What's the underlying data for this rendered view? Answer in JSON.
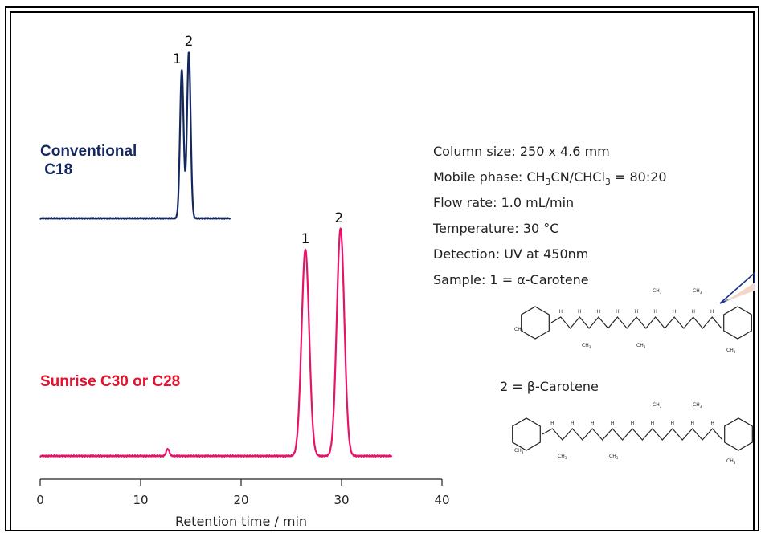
{
  "chart_data": {
    "type": "line",
    "xlabel": "Retention time / min",
    "xlim": [
      0,
      40
    ],
    "x_ticks": [
      0,
      10,
      20,
      30,
      40
    ],
    "series": [
      {
        "name": "Conventional C18",
        "color": "#14285f",
        "peaks": [
          {
            "label": "1",
            "time": 14.1,
            "height": 0.84
          },
          {
            "label": "2",
            "time": 14.8,
            "height": 0.94
          }
        ],
        "x_range": [
          0,
          18.9
        ]
      },
      {
        "name": "Sunrise C30 or C28",
        "color": "#e6136a",
        "peaks": [
          {
            "label": "1",
            "time": 26.4,
            "height": 0.88
          },
          {
            "label": "2",
            "time": 29.9,
            "height": 0.97
          }
        ],
        "x_range": [
          0,
          35.0
        ]
      }
    ]
  },
  "labels": {
    "conventional_line1": "Conventional",
    "conventional_line2": " C18",
    "sunrise": "Sunrise C30 or C28"
  },
  "conditions": {
    "column": "Column size: 250 x 4.6 mm",
    "mobile_prefix": "Mobile phase: CH",
    "mobile_sub1": "3",
    "mobile_mid": "CN/CHCl",
    "mobile_sub2": "3",
    "mobile_suffix": " = 80:20",
    "flow": "Flow rate: 1.0 mL/min",
    "temperature": "Temperature: 30 °C",
    "detection": "Detection: UV at 450nm",
    "sample": "Sample: 1 = α-Carotene",
    "beta": "2 = β-Carotene"
  },
  "structure_atoms": {
    "ch3": "CH",
    "sub3": "3",
    "h": "H",
    "h3c": "H",
    "c": "C"
  },
  "colors": {
    "conventional_label": "#14285f",
    "sunrise_label": "#e8102e",
    "pointer": "#1a2e8c"
  }
}
